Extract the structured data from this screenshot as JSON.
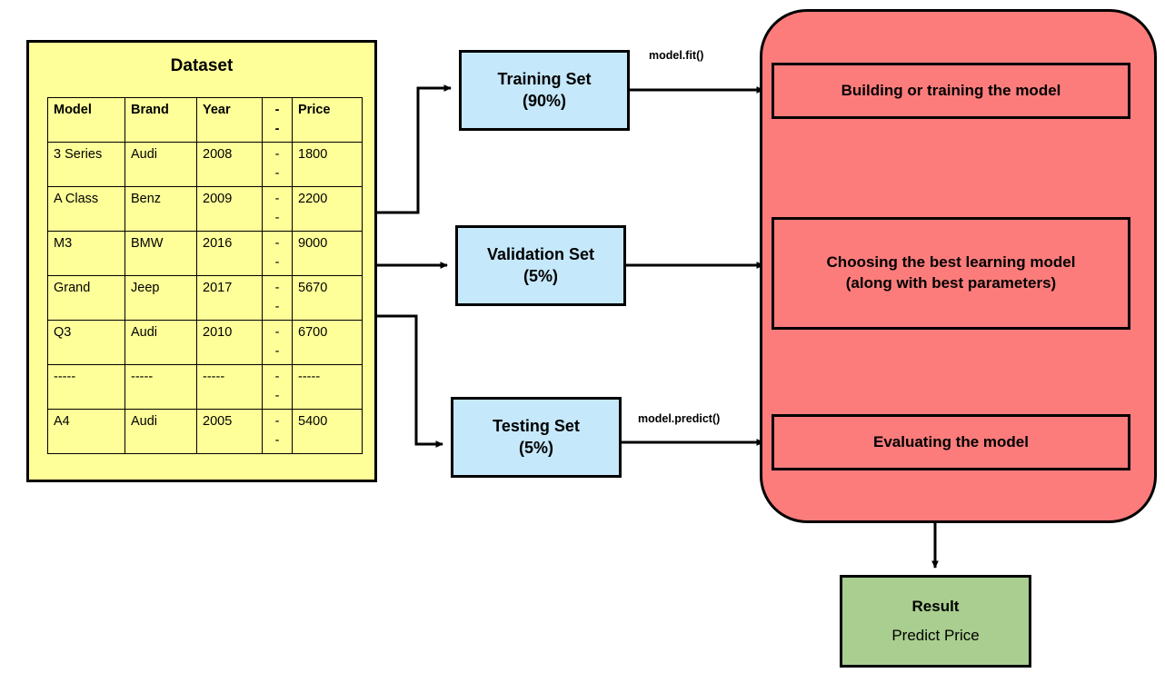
{
  "dataset": {
    "title": "Dataset",
    "columns": [
      "Model",
      "Brand",
      "Year",
      "-",
      "Price"
    ],
    "dash_column_marks": [
      "-",
      "-"
    ],
    "rows": [
      {
        "model": "3 Series",
        "brand": "Audi",
        "year": "2008",
        "dash": "-",
        "price": "1800"
      },
      {
        "model": "A Class",
        "brand": "Benz",
        "year": "2009",
        "dash": "-",
        "price": "2200"
      },
      {
        "model": "M3",
        "brand": "BMW",
        "year": "2016",
        "dash": "-",
        "price": "9000"
      },
      {
        "model": "Grand",
        "brand": "Jeep",
        "year": "2017",
        "dash": "-",
        "price": "5670"
      },
      {
        "model": "Q3",
        "brand": "Audi",
        "year": "2010",
        "dash": "-",
        "price": "6700"
      },
      {
        "model": "-----",
        "brand": "-----",
        "year": "-----",
        "dash": "-",
        "price": "-----"
      },
      {
        "model": "A4",
        "brand": "Audi",
        "year": "2005",
        "dash": "-",
        "price": "5400"
      }
    ]
  },
  "splits": {
    "training": {
      "name": "Training Set",
      "percent": "(90%)"
    },
    "validation": {
      "name": "Validation Set",
      "percent": "(5%)"
    },
    "testing": {
      "name": "Testing Set",
      "percent": "(5%)"
    }
  },
  "edge_labels": {
    "fit": "model.fit()",
    "predict": "model.predict()"
  },
  "process": {
    "build": "Building or training the model",
    "choose_line1": "Choosing the best learning model",
    "choose_line2": "(along with best parameters)",
    "evaluate": "Evaluating the model"
  },
  "result": {
    "title": "Result",
    "subtitle": "Predict Price"
  },
  "colors": {
    "dataset_fill": "#FFFF99",
    "split_fill": "#C5E8FB",
    "process_fill": "#FC7C7C",
    "result_fill": "#A9CE8F",
    "stroke": "#000000",
    "background": "#FFFFFF"
  }
}
